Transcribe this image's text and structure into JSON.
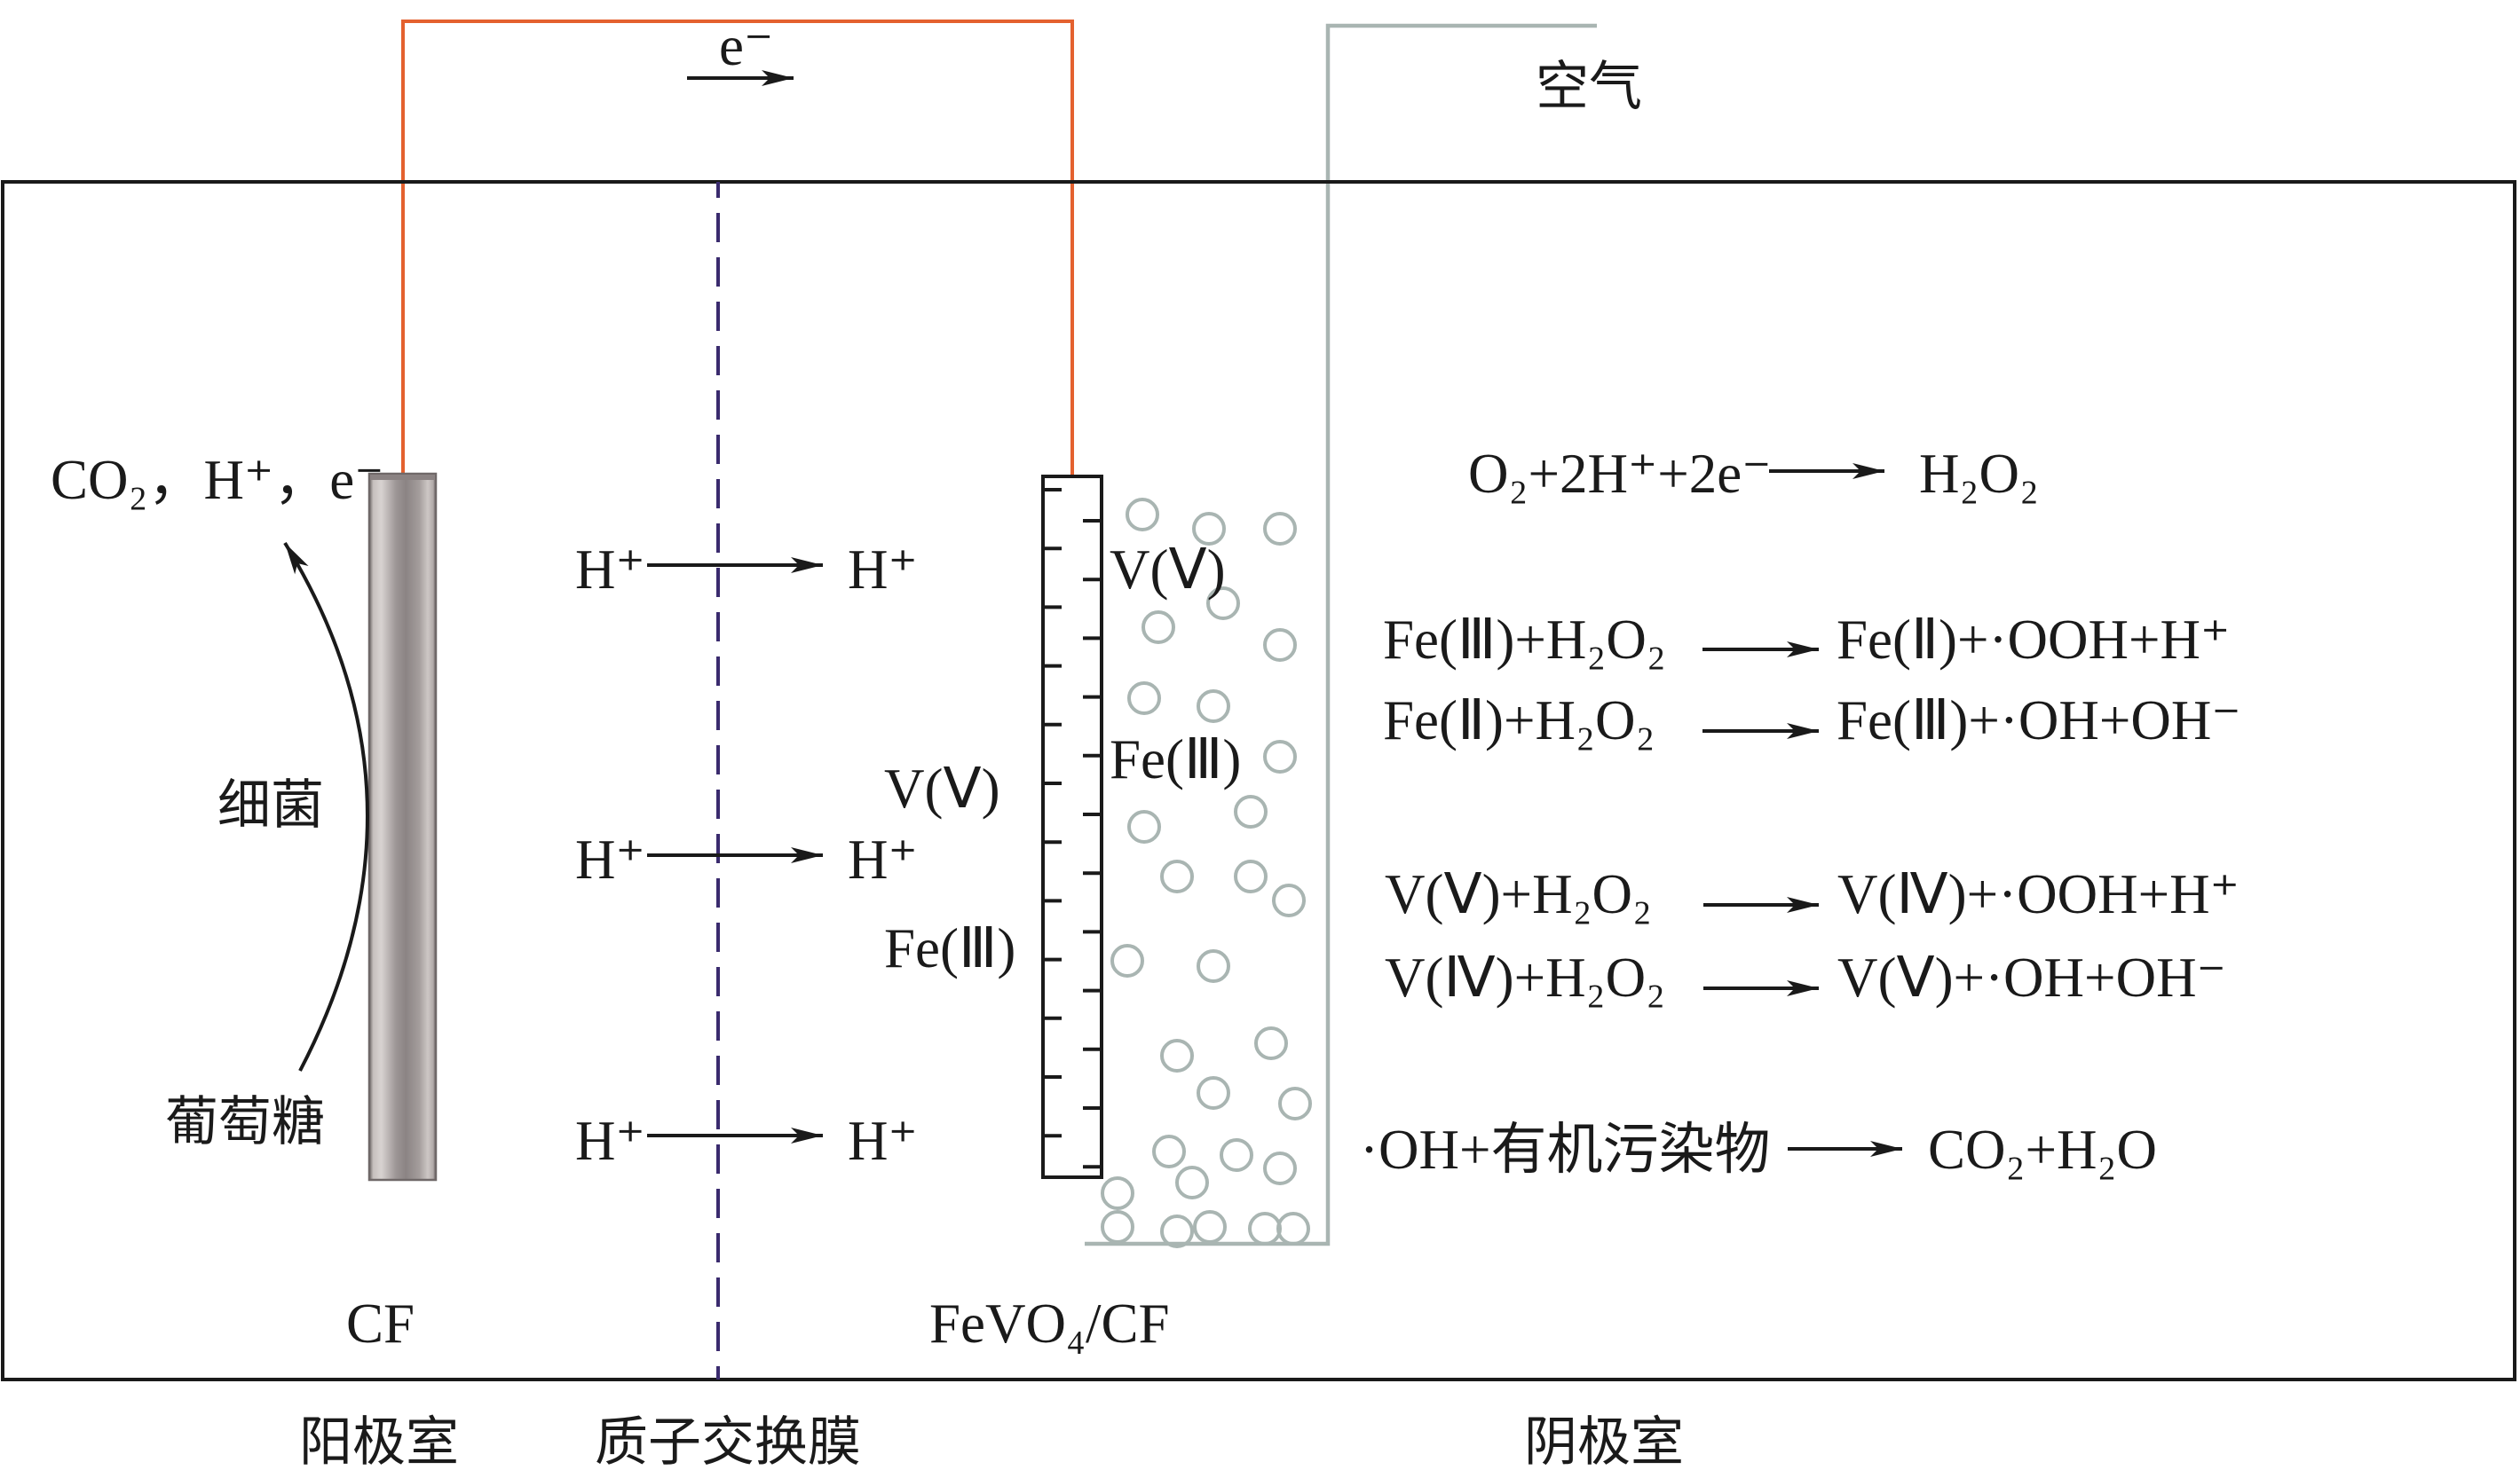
{
  "external_circuit": {
    "electron_label": "e⁻"
  },
  "air_inlet": {
    "label": "空气"
  },
  "anode_chamber": {
    "chamber_label": "阳极室",
    "electrode_label": "CF",
    "products_label": "CO₂，H⁺，e⁻",
    "microbe_label": "细菌",
    "substrate_label": "葡萄糖"
  },
  "membrane": {
    "label": "质子交换膜",
    "proton_transfer": [
      {
        "from": "H⁺",
        "to": "H⁺"
      },
      {
        "from": "H⁺",
        "to": "H⁺"
      },
      {
        "from": "H⁺",
        "to": "H⁺"
      }
    ]
  },
  "cathode_chamber": {
    "chamber_label": "阴极室",
    "electrode_label": "FeVO₄/CF",
    "species_left": [
      "V(Ⅴ)",
      "Fe(Ⅲ)"
    ],
    "species_right": [
      "V(Ⅴ)",
      "Fe(Ⅲ)"
    ],
    "reactions": [
      {
        "reactants": "O₂+2H⁺+2e⁻",
        "products": "H₂O₂"
      },
      {
        "reactants": "Fe(Ⅲ)+H₂O₂",
        "products": "Fe(Ⅱ)+·OOH+H⁺"
      },
      {
        "reactants": "Fe(Ⅱ)+H₂O₂",
        "products": "Fe(Ⅲ)+·OH+OH⁻"
      },
      {
        "reactants": "V(Ⅴ)+H₂O₂",
        "products": "V(Ⅳ)+·OOH+H⁺"
      },
      {
        "reactants": "V(Ⅳ)+H₂O₂",
        "products": "V(Ⅴ)+·OH+OH⁻"
      },
      {
        "reactants": "·OH+有机污染物",
        "products": "CO₂+H₂O"
      }
    ]
  },
  "colors": {
    "wire": "#E4612F",
    "membrane": "#3A2B6E",
    "air_tube": "#A9B5B2",
    "bubble": "#A9B5B2",
    "outline": "#1A1A1A"
  }
}
